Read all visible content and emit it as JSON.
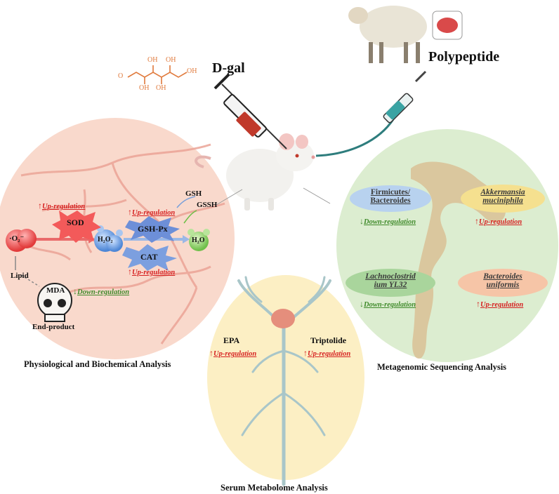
{
  "top": {
    "dgal_label": "D-gal",
    "polypeptide_label": "Polypeptide",
    "sugar_labels": {
      "o": "O",
      "oh1": "OH",
      "oh2": "OH",
      "oh3": "OH",
      "oh4": "OH",
      "oh5": "OH"
    }
  },
  "physio": {
    "caption": "Physiological and Biochemical Analysis",
    "superoxide": "·O₂⁻",
    "h2o2": "H₂O₂",
    "h2o": "H₂O",
    "gsh": "GSH",
    "gssh": "GSSH",
    "sod": "SOD",
    "gshpx": "GSH-Px",
    "cat": "CAT",
    "lipid": "Lipid",
    "mda": "MDA",
    "end_product": "End-product",
    "sod_reg": "Up-regulation",
    "gshpx_reg": "Up-regulation",
    "cat_reg": "Up-regulation",
    "mda_reg": "Down-regulation"
  },
  "serum": {
    "caption": "Serum Metabolome Analysis",
    "epa": "EPA",
    "epa_reg": "Up-regulation",
    "triptolide": "Triptolide",
    "triptolide_reg": "Up-regulation"
  },
  "meta": {
    "caption": "Metagenomic Sequencing Analysis",
    "firmicutes_l1": "Firmicutes/",
    "firmicutes_l2": "Bacteroides",
    "firmicutes_reg": "Down-regulation",
    "akk_l1": "Akkermansia",
    "akk_l2": "muciniphila",
    "akk_reg": "Up-regulation",
    "lachno_l1": "Lachnoclostrid",
    "lachno_l2": "ium YL32",
    "lachno_reg": "Down-regulation",
    "bact_l1": "Bacteroides",
    "bact_l2": "uniformis",
    "bact_reg": "Up-regulation"
  },
  "arrows": {
    "up": "↑",
    "down": "↓"
  },
  "colors": {
    "physio_bg": "#f9d9cc",
    "serum_bg": "#fcefc4",
    "meta_bg": "#dcedd0",
    "up": "#d62020",
    "down": "#3f8a2a"
  }
}
